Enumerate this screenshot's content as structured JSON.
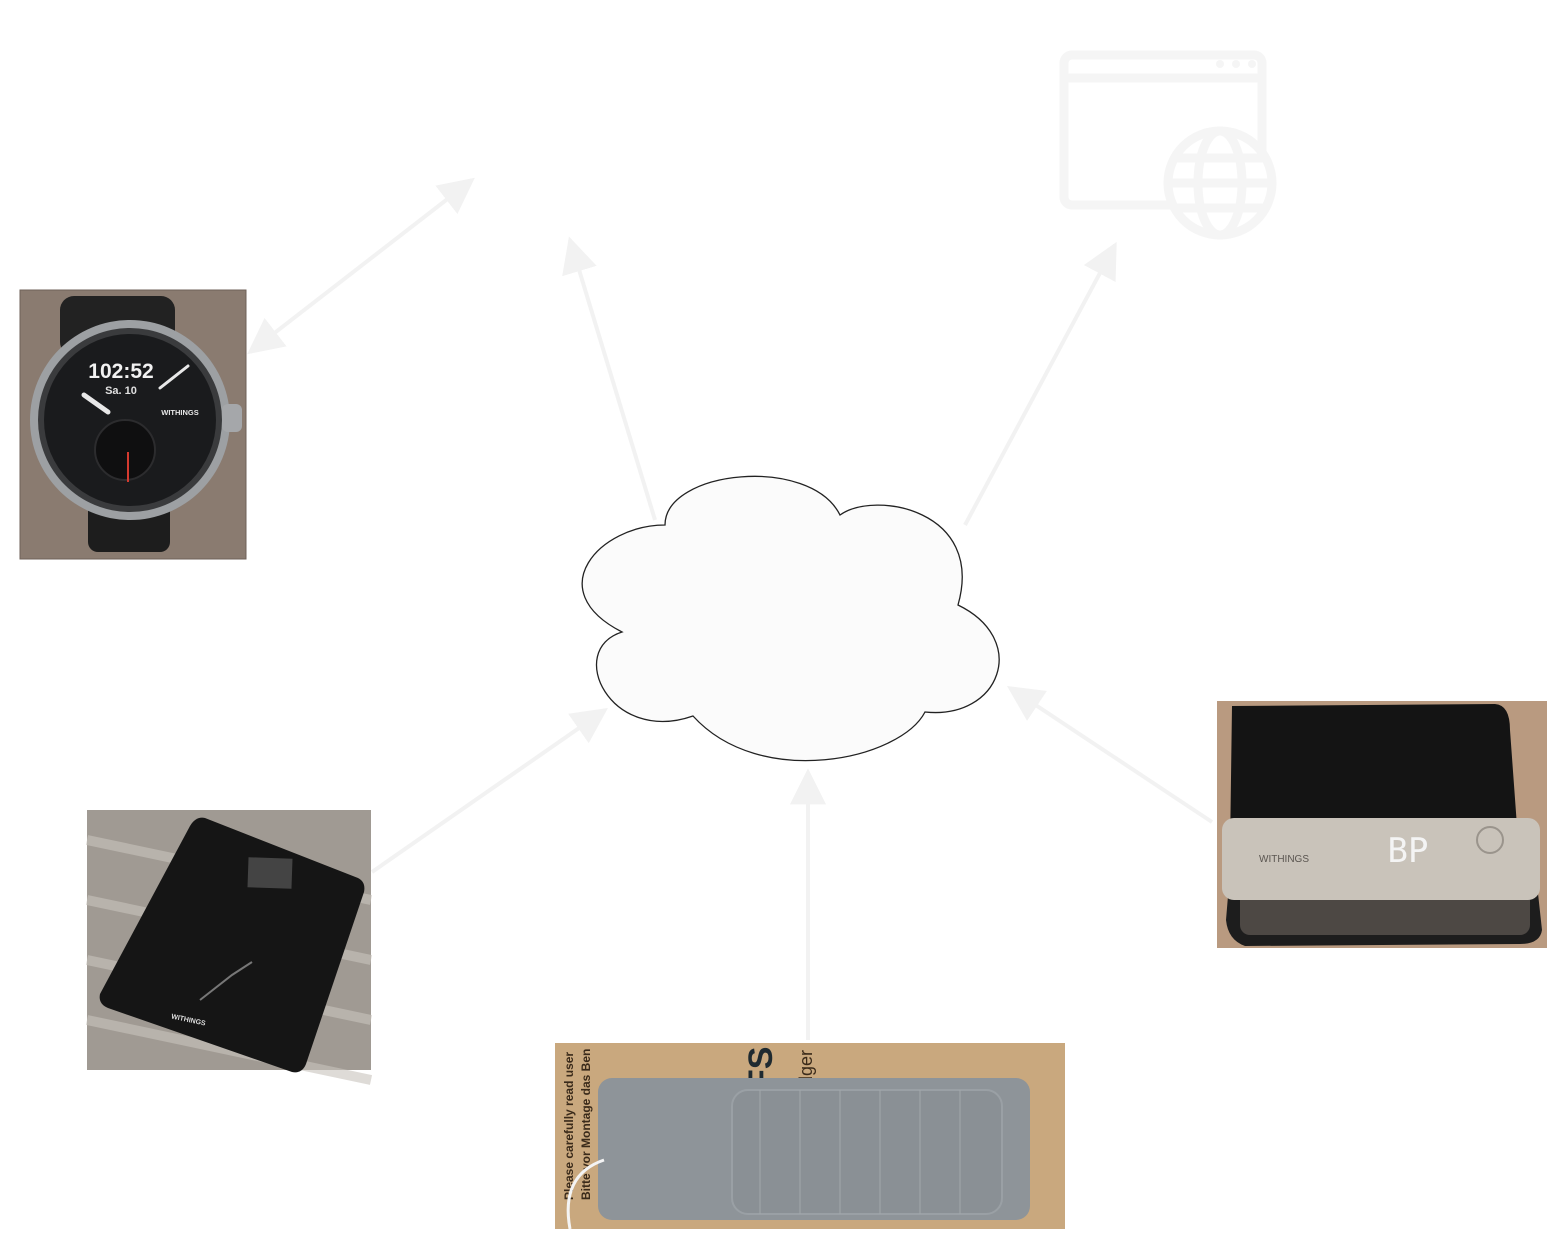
{
  "diagram": {
    "center": {
      "shape": "cloud-icon",
      "label": ""
    },
    "colors": {
      "background": "#ffffff",
      "arrow": "#f2f2f2",
      "cloud_fill": "#fbfbfb",
      "cloud_stroke": "#222222",
      "browser_icon": "#f5f5f5",
      "device_dark": "#1c1c1c",
      "bed_pad": "#8e9499",
      "cardboard": "#c9a87e",
      "bp_body": "#c9c3ba"
    },
    "devices": {
      "watch": {
        "icon": "smartwatch-photo",
        "time": "102:52",
        "date": "Sa. 10",
        "brand": "WITHINGS"
      },
      "scale": {
        "icon": "bathroom-scale-photo",
        "brand": "WITHINGS"
      },
      "sleep_analyzer": {
        "icon": "sleep-mat-photo",
        "box_text_1": "Please carefully read user",
        "box_text_2": "Bitte vor Montage das Ben",
        "box_text_3": "FS",
        "box_text_4": "idger"
      },
      "bp_monitor": {
        "icon": "blood-pressure-monitor-photo",
        "brand": "WITHINGS",
        "display": "BP"
      }
    },
    "endpoints": {
      "top_left": {
        "icon": "empty-endpoint",
        "label": ""
      },
      "top_right": {
        "icon": "web-browser-globe-icon",
        "label": ""
      }
    }
  }
}
